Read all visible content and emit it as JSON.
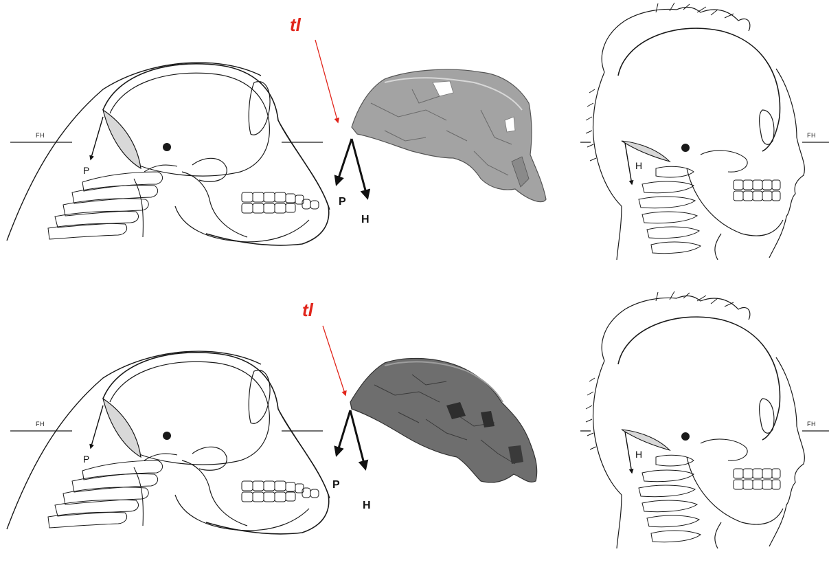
{
  "labels": {
    "fh": "FH",
    "posture": "P",
    "head": "H",
    "tl": "tl"
  },
  "colors": {
    "annotation_red": "#e1251b",
    "line": "#1a1a1a",
    "fossil_top": "#9a9a9a",
    "fossil_bottom": "#6e6e6e",
    "muscle_fill": "#d8d8d8"
  },
  "panels": [
    {
      "name": "chimpanzee-skull-diagram",
      "icon": "chimp-skull-icon"
    },
    {
      "name": "fossil-cranium",
      "icon": "fossil-skull-icon"
    },
    {
      "name": "human-head-diagram",
      "icon": "human-head-icon"
    }
  ]
}
